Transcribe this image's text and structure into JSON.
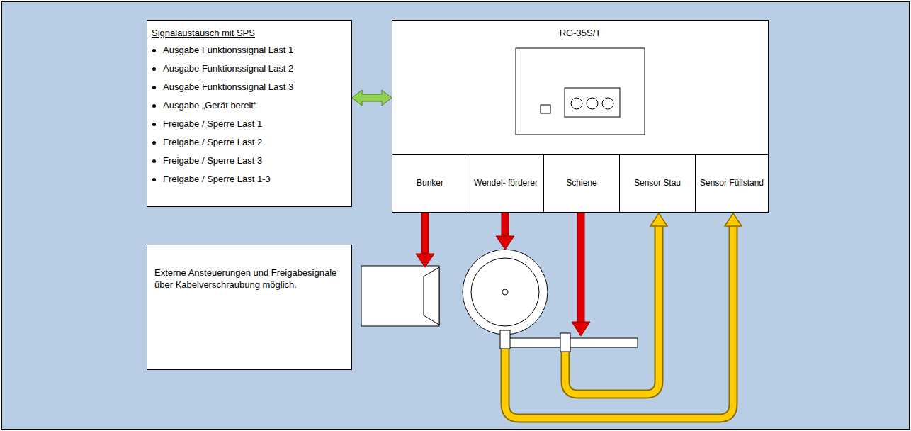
{
  "diagram": {
    "nodes": [
      {
        "text": [
          "Signalaustausch mit SPS",
          "Ausgabe Funktionssignal Last 1",
          "Ausgabe Funktionssignal Last 2",
          "Ausgabe Funktionssignal Last 3",
          "Ausgabe „Gerät bereit“",
          "Freigabe / Sperre Last 1",
          "Freigabe / Sperre Last 2",
          "Freigabe / Sperre Last 3",
          "Freigabe / Sperre Last 1-3"
        ]
      },
      {
        "text": [
          "RG-35S/T"
        ]
      },
      {
        "text": [
          "Bunker"
        ],
        "in": 1
      },
      {
        "text": [
          "Wendel- förderer"
        ],
        "in": 1
      },
      {
        "text": [
          "Schiene"
        ],
        "in": 1
      },
      {
        "text": [
          "Sensor Stau"
        ],
        "in": 1
      },
      {
        "text": [
          "Sensor Füllstand"
        ],
        "in": 1
      },
      {
        "text": [
          "Externe Ansteuerungen und Freigabesignale über Kabelverschraubung möglich."
        ]
      }
    ],
    "edges": [
      {
        "from": 0,
        "to": 1,
        "arrow": "both"
      }
    ]
  }
}
